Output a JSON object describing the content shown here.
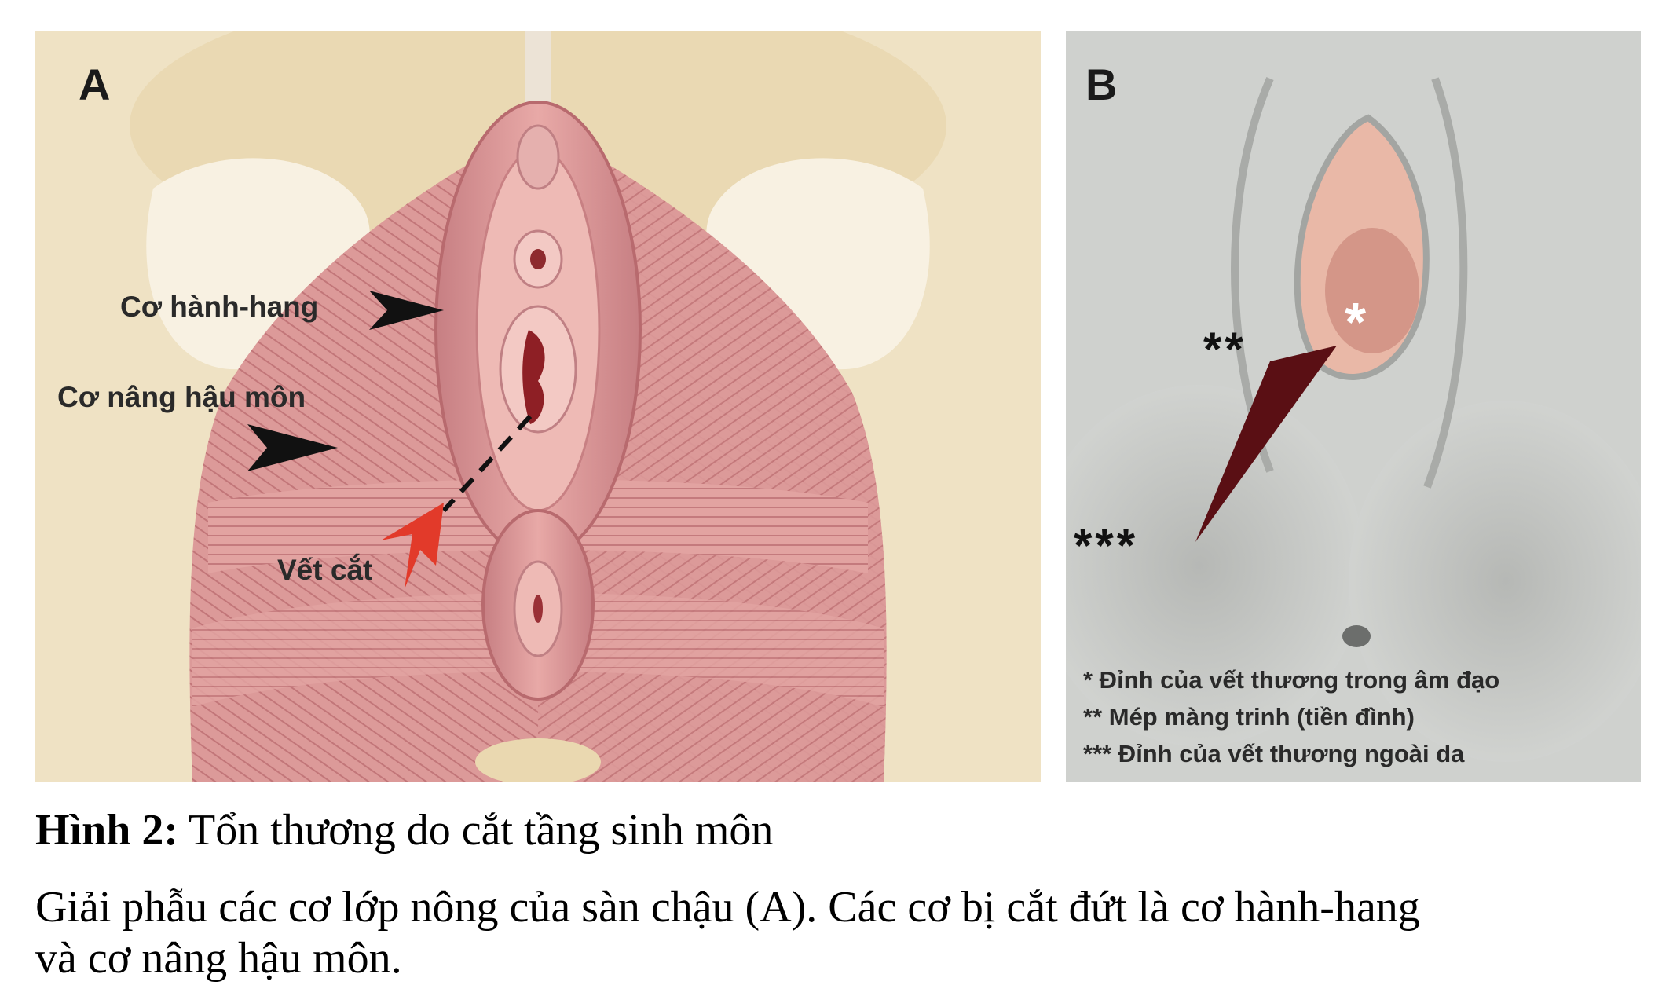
{
  "panel_a": {
    "letter": "A",
    "labels": {
      "bulbospongiosus": "Cơ hành-hang",
      "levator_ani": "Cơ nâng hậu môn",
      "incision": "Vết cắt"
    }
  },
  "panel_b": {
    "letter": "B",
    "markers": {
      "single": "*",
      "double": "**",
      "triple": "***"
    },
    "legend": [
      "* Đỉnh của vết thương trong âm đạo",
      "** Mép màng trinh (tiền đình)",
      "*** Đỉnh của vết thương ngoài da"
    ]
  },
  "caption": {
    "figure_label": "Hình 2:",
    "title": " Tổn thương do cắt tầng sinh môn",
    "description_line1": "Giải phẫu các cơ lớp nông của sàn chậu (A). Các cơ bị cắt đứt là cơ hành-hang",
    "description_line2": "và cơ nâng hậu môn."
  },
  "colors": {
    "muscle": "#d98f8f",
    "muscle_dark": "#b86a6e",
    "bone": "#f7efdf",
    "incision_arrow": "#e23a2a",
    "wound": "#5a0f14",
    "model_gray": "#c7c9c7"
  }
}
